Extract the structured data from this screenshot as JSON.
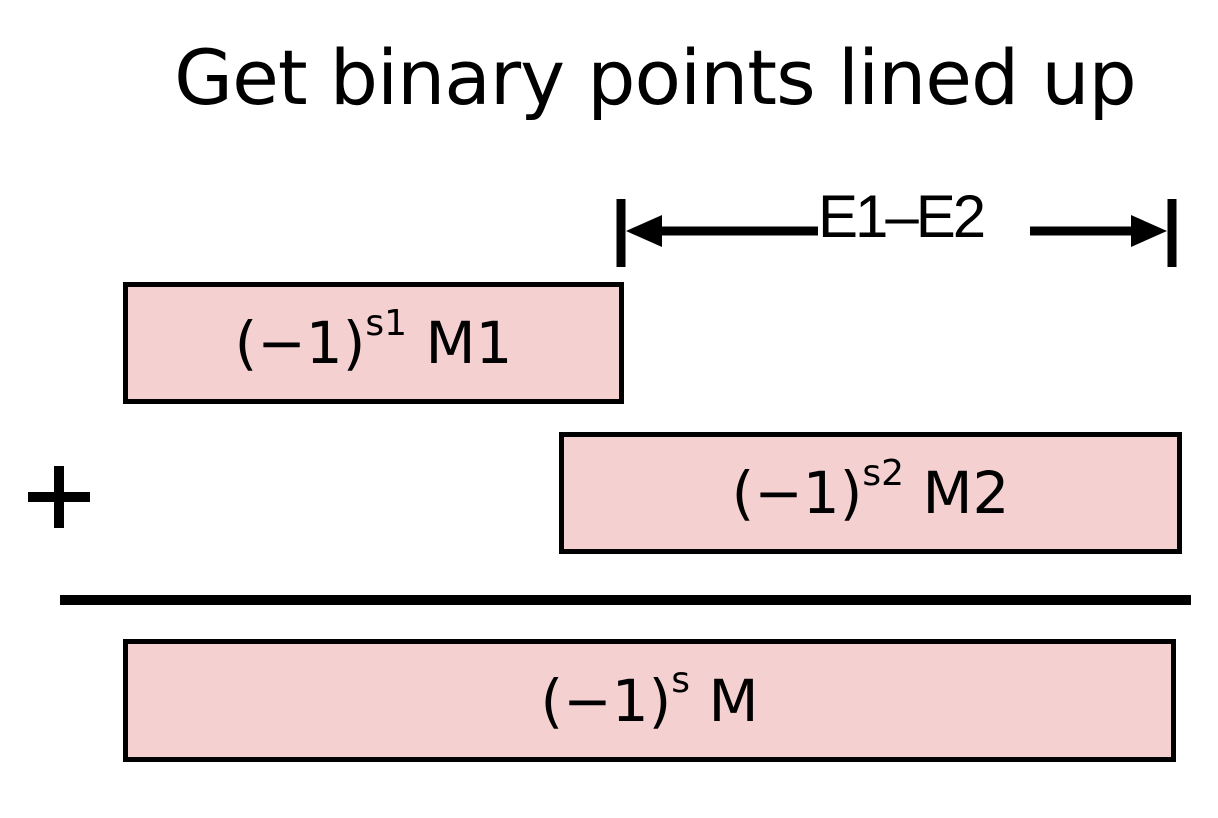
{
  "title": "Get binary points lined up",
  "dimension": {
    "label": "E1–E2"
  },
  "operator": "+",
  "operands": {
    "m1": {
      "base": "(−1)",
      "exponent": "s1",
      "mantissa": "M1"
    },
    "m2": {
      "base": "(−1)",
      "exponent": "s2",
      "mantissa": "M2"
    },
    "result": {
      "base": "(−1)",
      "exponent": "s",
      "mantissa": "M"
    }
  },
  "colors": {
    "box_fill": "#f5d0d1",
    "stroke": "#000000",
    "background": "#ffffff"
  }
}
